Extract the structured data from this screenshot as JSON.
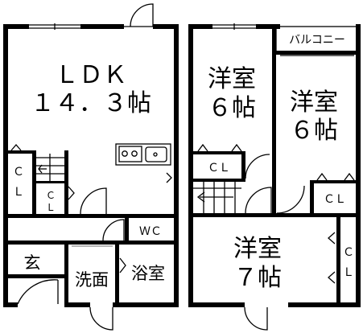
{
  "floor1": {
    "ldk": {
      "name": "ＬＤＫ",
      "size": "１４．３帖"
    },
    "cl_a": {
      "line1": "Ｃ",
      "line2": "Ｌ"
    },
    "cl_b": {
      "line1": "Ｃ",
      "line2": "Ｌ"
    },
    "wc": "ＷＣ",
    "entrance": "玄",
    "washroom": "洗面",
    "bathroom": "浴室"
  },
  "floor2": {
    "balcony": "バルコニー",
    "room_a": {
      "name": "洋室",
      "size": "６帖"
    },
    "room_b": {
      "name": "洋室",
      "size": "６帖"
    },
    "room_c": {
      "name": "洋室",
      "size": "７帖"
    },
    "cl_a": "ＣＬ",
    "cl_b": "ＣＬ",
    "cl_c": {
      "line1": "Ｃ",
      "line2": "Ｌ"
    }
  }
}
